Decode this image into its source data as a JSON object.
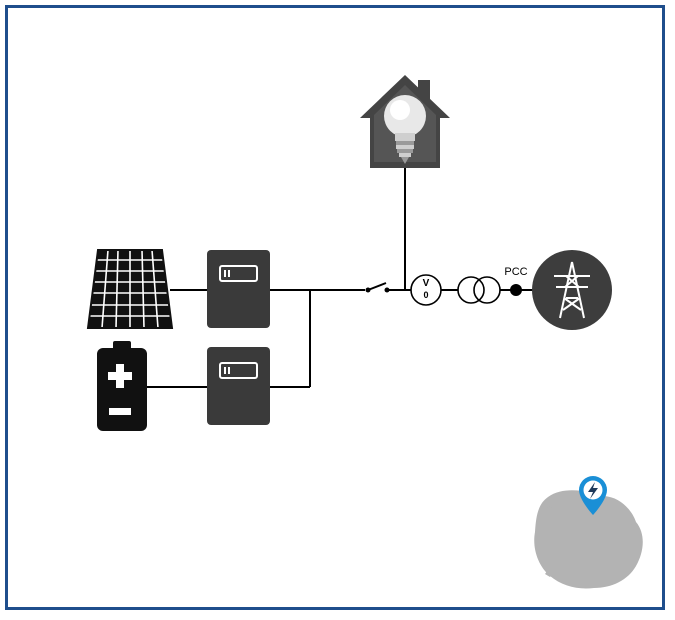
{
  "diagram": {
    "pcc_label": "PCC",
    "meter_symbol_top": "V",
    "meter_symbol_bottom": "0",
    "colors": {
      "frame": "#1f4e8c",
      "wire": "#000000",
      "inverter": "#3a3a3a",
      "grid_circle": "#3d3d3d",
      "island": "#b3b3b3",
      "pin": "#1a8fd6"
    },
    "icons": {
      "solar": "solar-panel-icon",
      "battery": "battery-icon",
      "house": "house-lightbulb-icon",
      "grid": "transmission-tower-icon",
      "location": "location-pin-bolt-icon"
    }
  }
}
